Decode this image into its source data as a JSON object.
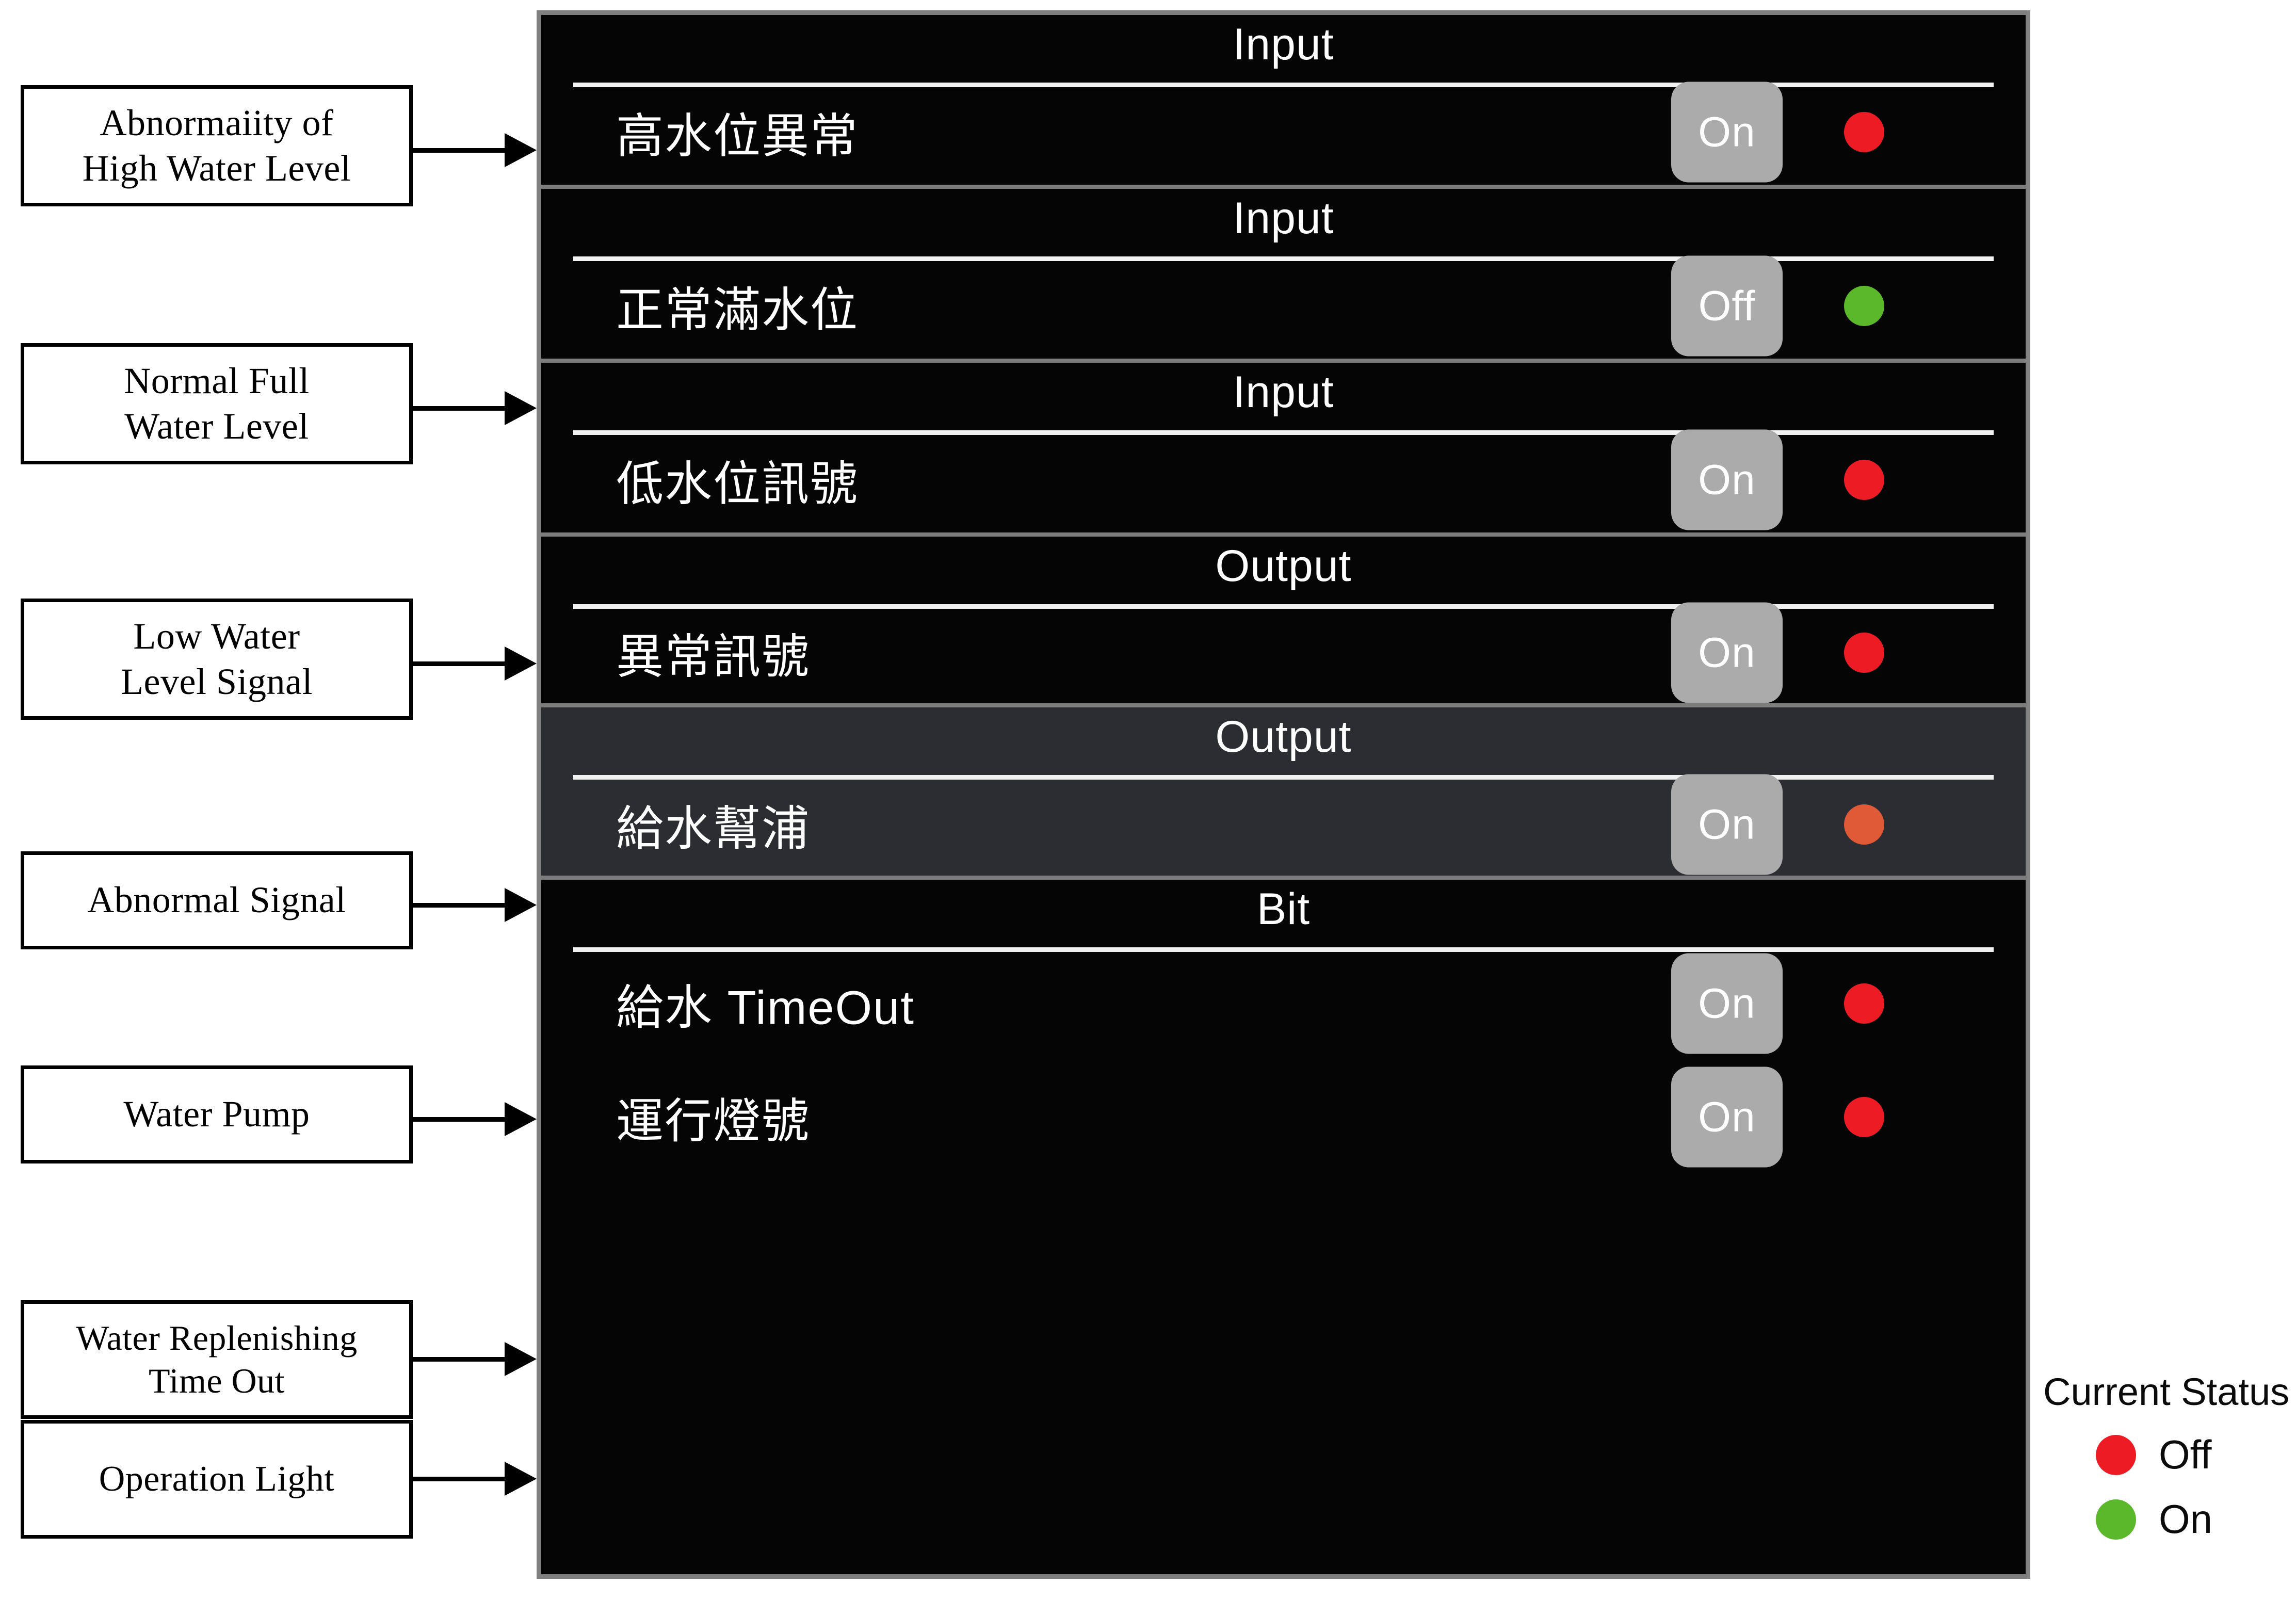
{
  "colors": {
    "panel_background": "#050505",
    "panel_border": "#808080",
    "highlight_row_background": "#2c2c33",
    "rule": "#f2f2f2",
    "toggle_background": "#ababab",
    "toggle_text": "#ffffff",
    "status_off_red": "#ed1c24",
    "status_on_green": "#5cb82b",
    "status_muted_red": "#e05a38",
    "callout_text": "#000000"
  },
  "callouts": [
    {
      "id": "abnormality-high-water-level",
      "text": "Abnormaiity of\nHigh Water Level"
    },
    {
      "id": "normal-full-water-level",
      "text": "Normal Full\nWater Level"
    },
    {
      "id": "low-water-level-signal",
      "text": "Low Water\nLevel Signal"
    },
    {
      "id": "abnormal-signal",
      "text": "Abnormal Signal"
    },
    {
      "id": "water-pump",
      "text": "Water Pump"
    },
    {
      "id": "water-replenishing-time-out",
      "text": "Water Replenishing\nTime Out"
    },
    {
      "id": "operation-light",
      "text": "Operation Light"
    }
  ],
  "panel": {
    "sections": [
      {
        "id": "section-input-1",
        "title": "Input",
        "highlighted": false,
        "rows": [
          {
            "id": "row-high-water-level-abnormal",
            "label": "高水位異常",
            "toggle_label": "On",
            "status": "off",
            "status_color": "#ed1c24"
          }
        ]
      },
      {
        "id": "section-input-2",
        "title": "Input",
        "highlighted": false,
        "rows": [
          {
            "id": "row-normal-full-water-level",
            "label": "正常滿水位",
            "toggle_label": "Off",
            "status": "on",
            "status_color": "#5cb82b"
          }
        ]
      },
      {
        "id": "section-input-3",
        "title": "Input",
        "highlighted": false,
        "rows": [
          {
            "id": "row-low-water-level-signal",
            "label": "低水位訊號",
            "toggle_label": "On",
            "status": "off",
            "status_color": "#ed1c24"
          }
        ]
      },
      {
        "id": "section-output-1",
        "title": "Output",
        "highlighted": false,
        "rows": [
          {
            "id": "row-abnormal-signal",
            "label": "異常訊號",
            "toggle_label": "On",
            "status": "off",
            "status_color": "#ed1c24"
          }
        ]
      },
      {
        "id": "section-output-2",
        "title": "Output",
        "highlighted": true,
        "rows": [
          {
            "id": "row-water-supply-pump",
            "label": "給水幫浦",
            "toggle_label": "On",
            "status": "off",
            "status_color": "#e05a38"
          }
        ]
      },
      {
        "id": "section-bit",
        "title": "Bit",
        "highlighted": false,
        "rows": [
          {
            "id": "row-water-supply-timeout",
            "label": "給水 TimeOut",
            "toggle_label": "On",
            "status": "off",
            "status_color": "#ed1c24"
          },
          {
            "id": "row-operation-light",
            "label": "運行燈號",
            "toggle_label": "On",
            "status": "off",
            "status_color": "#ed1c24"
          }
        ]
      }
    ]
  },
  "legend": {
    "title": "Current Status",
    "items": [
      {
        "id": "legend-off",
        "label": "Off",
        "color": "#ed1c24"
      },
      {
        "id": "legend-on",
        "label": "On",
        "color": "#5cb82b"
      }
    ]
  }
}
